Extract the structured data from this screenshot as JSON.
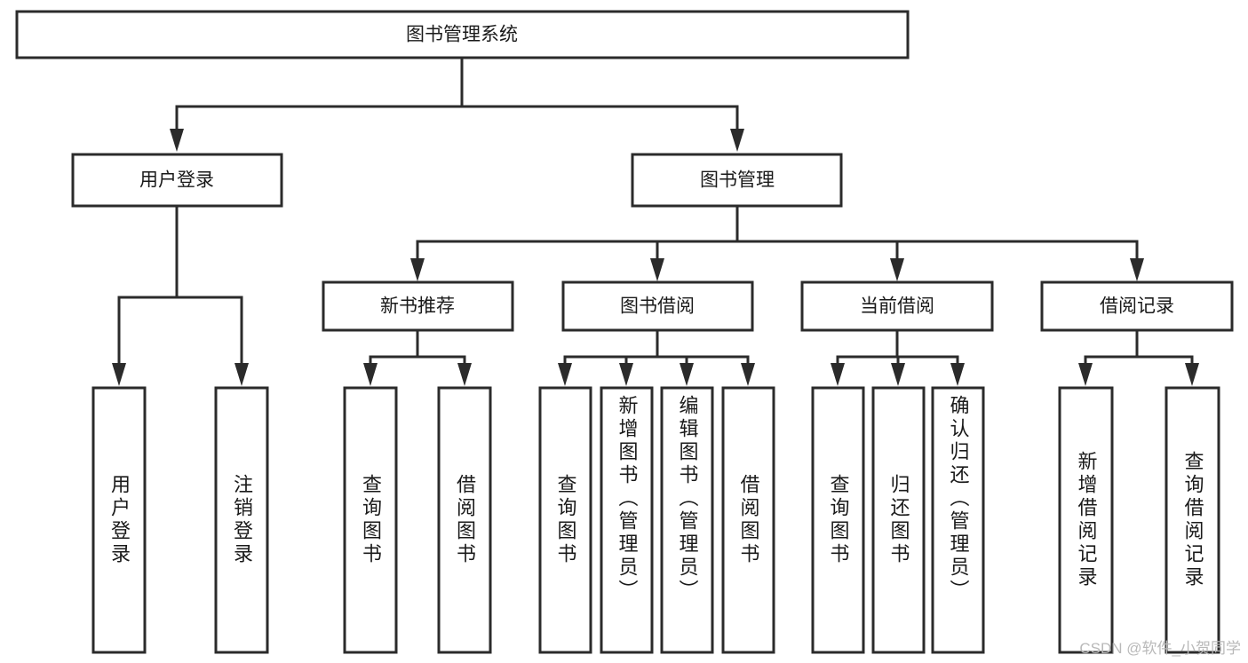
{
  "diagram": {
    "title": "图书管理系统",
    "type": "tree-hierarchy-diagram",
    "colors": {
      "stroke": "#2b2b2b",
      "fill": "#ffffff",
      "text": "#1a1a1a",
      "watermark": "#b9b9b9"
    },
    "root": {
      "id": "root",
      "label": "图书管理系统"
    },
    "level2": [
      {
        "id": "user-login",
        "label": "用户登录"
      },
      {
        "id": "book-manage",
        "label": "图书管理"
      }
    ],
    "level3": [
      {
        "id": "new-book-rec",
        "label": "新书推荐"
      },
      {
        "id": "book-borrow",
        "label": "图书借阅"
      },
      {
        "id": "current-borrow",
        "label": "当前借阅"
      },
      {
        "id": "borrow-record",
        "label": "借阅记录"
      }
    ],
    "leaves": {
      "user_login": [
        {
          "id": "leaf-user-login",
          "label": "用户登录"
        },
        {
          "id": "leaf-logout-login",
          "label": "注销登录"
        }
      ],
      "new_book_rec": [
        {
          "id": "leaf-query-book-1",
          "label": "查询图书"
        },
        {
          "id": "leaf-borrow-book-1",
          "label": "借阅图书"
        }
      ],
      "book_borrow": [
        {
          "id": "leaf-query-book-2",
          "label": "查询图书"
        },
        {
          "id": "leaf-add-book",
          "label": "新增图书（管理员）"
        },
        {
          "id": "leaf-edit-book",
          "label": "编辑图书（管理员）"
        },
        {
          "id": "leaf-borrow-book-2",
          "label": "借阅图书"
        }
      ],
      "current_borrow": [
        {
          "id": "leaf-query-book-3",
          "label": "查询图书"
        },
        {
          "id": "leaf-return-book",
          "label": "归还图书"
        },
        {
          "id": "leaf-confirm-return",
          "label": "确认归还（管理员）"
        }
      ],
      "borrow_record": [
        {
          "id": "leaf-add-record",
          "label": "新增借阅记录"
        },
        {
          "id": "leaf-query-record",
          "label": "查询借阅记录"
        }
      ]
    }
  },
  "watermark": {
    "text": "CSDN @软件_小贺同学"
  }
}
